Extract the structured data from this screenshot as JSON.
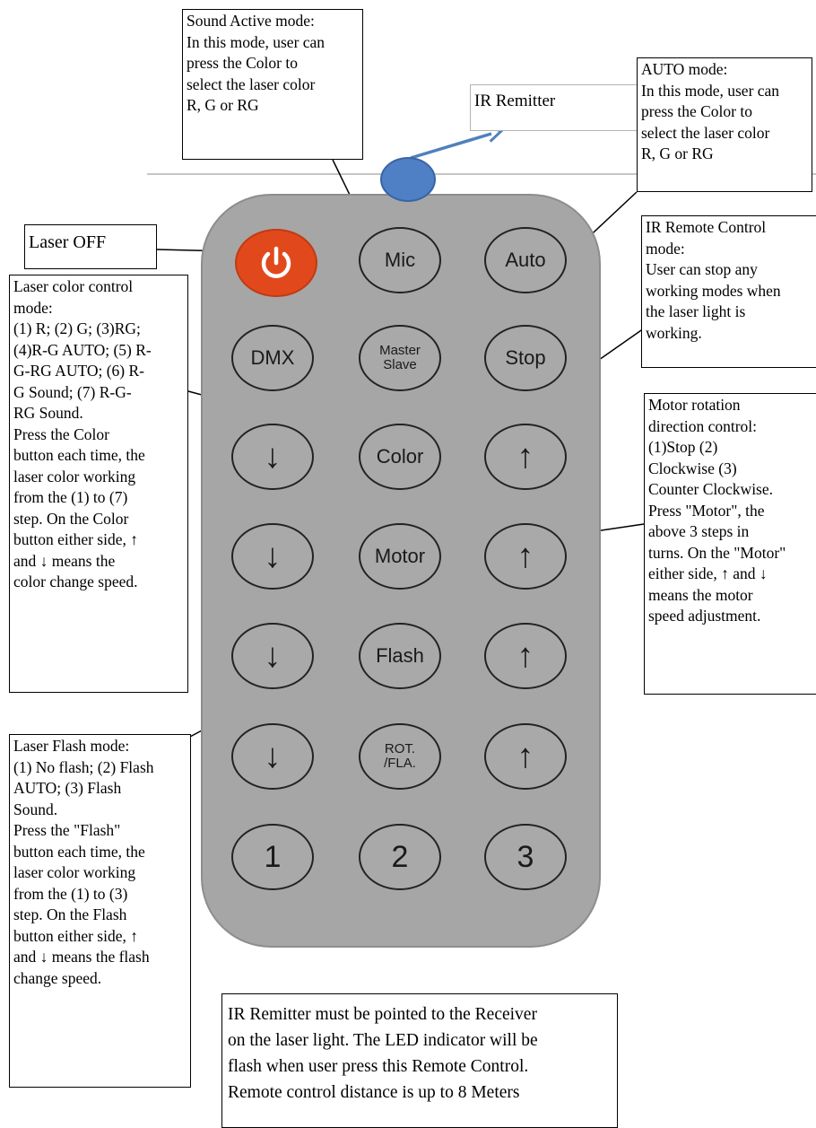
{
  "notes": {
    "sound_active": "Sound Active mode:\nIn this mode, user can\npress the Color to\nselect the laser color\nR, G or RG",
    "ir_remitter": "IR Remitter",
    "auto_mode": "AUTO mode:\nIn this mode, user can\npress the Color to\nselect the laser color\nR, G or RG",
    "laser_off": "Laser OFF",
    "ir_remote_control": "IR Remote Control\nmode:\nUser can stop any\nworking modes when\nthe laser light is\nworking.",
    "laser_color_control": "Laser color control\nmode:\n(1) R; (2) G; (3)RG;\n(4)R-G AUTO; (5) R-\nG-RG AUTO; (6) R-\nG Sound; (7) R-G-\nRG Sound.\nPress the Color\nbutton each time, the\nlaser color working\nfrom the (1) to (7)\nstep. On the Color\nbutton either side, ↑\nand ↓ means the\ncolor change speed.",
    "motor_rotation": "Motor rotation\ndirection control:\n(1)Stop (2)\nClockwise (3)\nCounter Clockwise.\nPress \"Motor\", the\nabove 3 steps in\nturns. On the \"Motor\"\neither side, ↑ and ↓\nmeans the motor\nspeed adjustment.",
    "laser_flash": "Laser Flash mode:\n(1) No flash; (2) Flash\nAUTO; (3) Flash\nSound.\nPress the \"Flash\"\nbutton each time, the\nlaser color working\nfrom the (1) to (3)\nstep. On the Flash\nbutton either side, ↑\nand ↓ means the flash\nchange speed.",
    "bottom_note": "IR Remitter must be pointed to the Receiver\non the laser light. The LED indicator will be\nflash when user press this Remote Control.\nRemote control distance is up to 8 Meters"
  },
  "remote": {
    "buttons": {
      "mic": "Mic",
      "auto": "Auto",
      "dmx": "DMX",
      "master_slave": "Master\nSlave",
      "stop": "Stop",
      "color": "Color",
      "motor": "Motor",
      "flash": "Flash",
      "rot_fla": "ROT.\n/FLA.",
      "down": "↓",
      "up": "↑",
      "one": "1",
      "two": "2",
      "three": "3"
    }
  },
  "colors": {
    "remote_body": "#a6a6a6",
    "power_button": "#e1491c",
    "ir_emitter": "#4f7fc4",
    "ir_arrow": "#4f81bd"
  }
}
